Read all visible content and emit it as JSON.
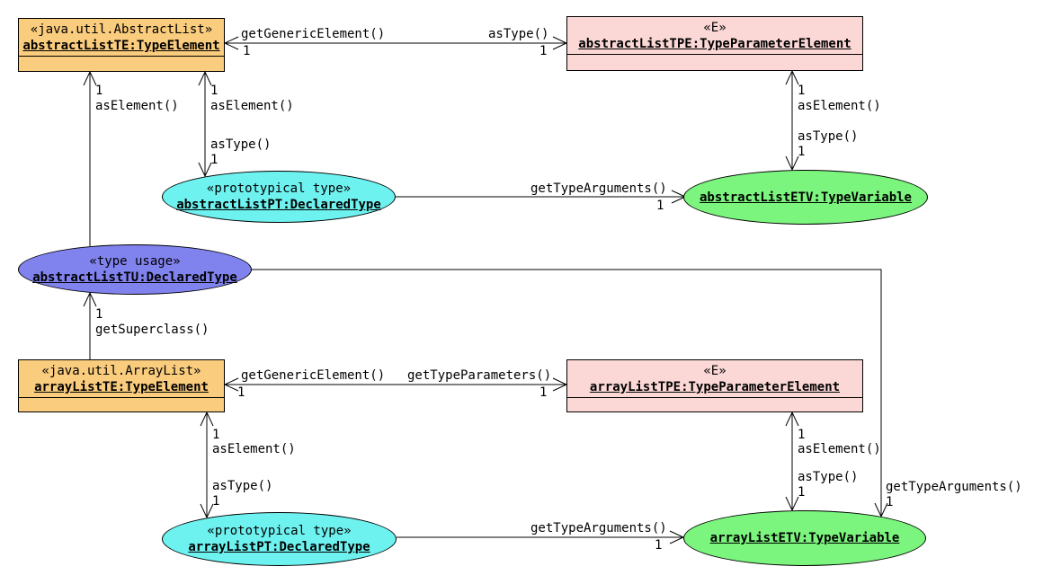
{
  "colors": {
    "box_orange": "#FACC7D",
    "box_pink": "#FBD8D6",
    "ellipse_cyan": "#6EF2F0",
    "ellipse_green": "#7BF57D",
    "ellipse_purple": "#8082EE",
    "stroke": "#000000",
    "background": "#FFFFFF"
  },
  "nodes": {
    "abstractListTE": {
      "stereotype": "«java.util.AbstractList»",
      "name": "abstractListTE:TypeElement"
    },
    "abstractListTPE": {
      "stereotype": "«E»",
      "name": "abstractListTPE:TypeParameterElement"
    },
    "abstractListPT": {
      "stereotype": "«prototypical type»",
      "name": "abstractListPT:DeclaredType"
    },
    "abstractListETV": {
      "name": "abstractListETV:TypeVariable"
    },
    "abstractListTU": {
      "stereotype": "«type usage»",
      "name": "abstractListTU:DeclaredType"
    },
    "arrayListTE": {
      "stereotype": "«java.util.ArrayList»",
      "name": "arrayListTE:TypeElement"
    },
    "arrayListTPE": {
      "stereotype": "«E»",
      "name": "arrayListTPE:TypeParameterElement"
    },
    "arrayListPT": {
      "stereotype": "«prototypical type»",
      "name": "arrayListPT:DeclaredType"
    },
    "arrayListETV": {
      "name": "arrayListETV:TypeVariable"
    }
  },
  "edges": {
    "top_link": {
      "left_label": "getGenericElement()",
      "left_mult": "1",
      "right_label": "asType()",
      "right_mult": "1"
    },
    "tu_te": {
      "mult": "1",
      "label": "asElement()"
    },
    "te_pt": {
      "top_mult": "1",
      "top_label": "asElement()",
      "bottom_label": "asType()",
      "bottom_mult": "1"
    },
    "pt_etv": {
      "label": "getTypeArguments()",
      "mult": "1"
    },
    "tpe_etv": {
      "top_mult": "1",
      "top_label": "asElement()",
      "bottom_label": "asType()",
      "bottom_mult": "1"
    },
    "tu_superclass": {
      "mult": "1",
      "label": "getSuperclass()"
    },
    "tu_etv": {
      "label": "getTypeArguments()",
      "mult": "1"
    },
    "bottom_link": {
      "left_label": "getGenericElement()",
      "left_mult": "1",
      "right_label": "getTypeParameters()",
      "right_mult": "1"
    },
    "te_pt_bottom": {
      "top_mult": "1",
      "top_label": "asElement()",
      "bottom_label": "asType()",
      "bottom_mult": "1"
    },
    "tpe_etv_bottom": {
      "top_mult": "1",
      "top_label": "asElement()",
      "bottom_label": "asType()",
      "bottom_mult": "1"
    },
    "pt_etv_bottom": {
      "label": "getTypeArguments()",
      "mult": "1"
    }
  }
}
